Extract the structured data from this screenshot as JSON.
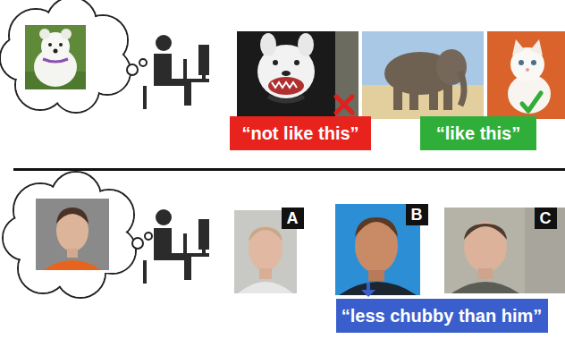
{
  "diagram": {
    "nodes": [
      {
        "text": [
          "“not like this”"
        ]
      },
      {
        "text": [
          "“like this”"
        ]
      },
      {
        "text": [
          "A"
        ]
      },
      {
        "text": [
          "B"
        ]
      },
      {
        "text": [
          "C"
        ]
      },
      {
        "text": [
          "“less chubby than him”"
        ]
      }
    ]
  }
}
